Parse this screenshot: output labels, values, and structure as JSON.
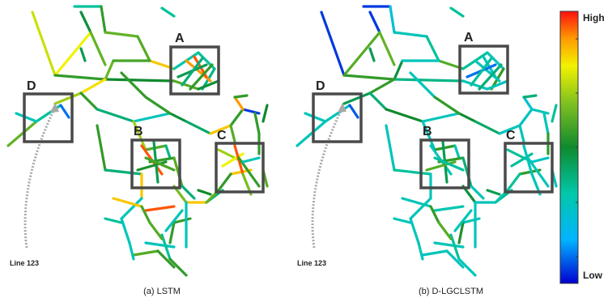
{
  "panels": [
    {
      "id": "lstm",
      "caption": "(a) LSTM",
      "line_annotation": "Line 123",
      "boxes": [
        "A",
        "B",
        "C",
        "D"
      ],
      "edge_levels": [
        0.75,
        0.48,
        0.8,
        0.62,
        0.35,
        0.55,
        0.62,
        0.6,
        0.85,
        0.33,
        0.35,
        0.38,
        0.55,
        0.63,
        0.58,
        0.5,
        0.6,
        0.48,
        0.9,
        0.95,
        0.45,
        0.4,
        0.55,
        0.62,
        0.35,
        0.1,
        0.7,
        0.82,
        0.55,
        0.4,
        0.3,
        0.48,
        0.55,
        0.55,
        0.3,
        0.35,
        0.7,
        0.6,
        0.38,
        0.95,
        0.55,
        0.45,
        0.52,
        0.58,
        0.6,
        0.55,
        0.4,
        0.42,
        0.85,
        0.55,
        0.05,
        0.9,
        0.55,
        0.6,
        0.7,
        0.8,
        0.85,
        0.95,
        0.55,
        0.3,
        0.5,
        0.65,
        0.85,
        0.4,
        0.85,
        0.3,
        0.3,
        0.55,
        0.55,
        0.3,
        0.3,
        0.35,
        0.6,
        0.55,
        0.55,
        0.3,
        0.85,
        0.35,
        0.95,
        0.3,
        0.4,
        0.65,
        0.62,
        0.55,
        0.55,
        0.55,
        0.6,
        0.5,
        0.58,
        0.6,
        0.45
      ]
    },
    {
      "id": "dlgclstm",
      "caption": "(b) D-LGCLSTM",
      "line_annotation": "Line 123",
      "boxes": [
        "A",
        "B",
        "C",
        "D"
      ],
      "edge_levels": [
        0.05,
        0.05,
        0.6,
        0.62,
        0.05,
        0.25,
        0.3,
        0.35,
        0.6,
        0.35,
        0.3,
        0.55,
        0.55,
        0.48,
        0.3,
        0.38,
        0.3,
        0.3,
        0.3,
        0.3,
        0.1,
        0.35,
        0.4,
        0.3,
        0.3,
        0.08,
        0.45,
        0.55,
        0.4,
        0.5,
        0.3,
        0.5,
        0.3,
        0.55,
        0.3,
        0.35,
        0.3,
        0.55,
        0.3,
        0.3,
        0.55,
        0.45,
        0.6,
        0.35,
        0.4,
        0.3,
        0.35,
        0.42,
        0.3,
        0.28,
        0.3,
        0.25,
        0.4,
        0.3,
        0.35,
        0.35,
        0.55,
        0.3,
        0.3,
        0.28,
        0.35,
        0.48,
        0.3,
        0.38,
        0.3,
        0.3,
        0.3,
        0.3,
        0.52,
        0.3,
        0.3,
        0.35,
        0.3,
        0.3,
        0.3,
        0.3,
        0.3,
        0.3,
        0.32,
        0.3,
        0.3,
        0.3,
        0.32,
        0.35,
        0.3,
        0.55,
        0.3,
        0.45,
        0.55,
        0.6,
        0.45
      ]
    }
  ],
  "colorbar": {
    "max_label": "High",
    "min_label": "Low",
    "colors": [
      "#0000d0",
      "#00b4ff",
      "#00c8aa",
      "#0f8a2e",
      "#7ec020",
      "#f2f200",
      "#ff9a00",
      "#ff1010"
    ]
  }
}
